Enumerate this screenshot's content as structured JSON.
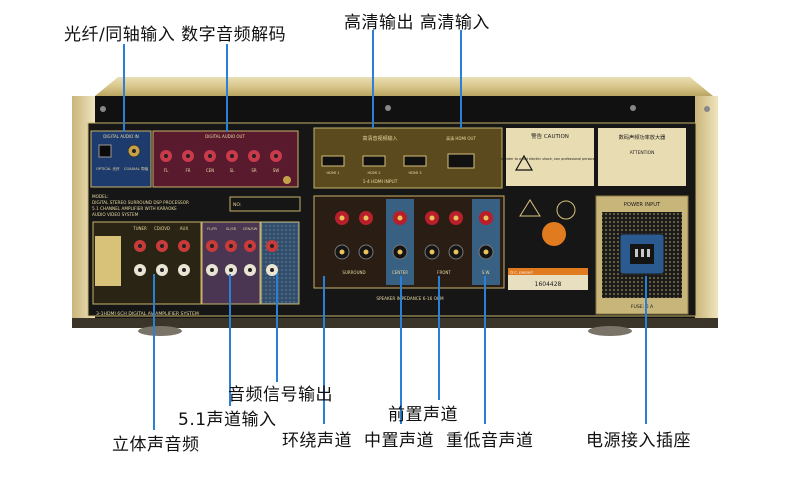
{
  "callouts": {
    "optical_coax": "光纤/同轴输入 数字音频解码",
    "hdmi_io": "高清输出 高清输入",
    "audio_out": "音频信号输出",
    "ch51_in": "5.1声道输入",
    "stereo": "立体声音频",
    "front": "前置声道",
    "surround": "环绕声道",
    "center": "中置声道",
    "subwoofer": "重低音声道",
    "power": "电源接入插座"
  },
  "panel": {
    "digital_audio_in": "DIGITAL AUDIO IN",
    "optical": "OPTICAL 光纤",
    "coaxial": "COAXIAL 同轴",
    "digital_audio_out": "DIGITAL AUDIO OUT",
    "out_labels": [
      "FL",
      "FR",
      "CEN",
      "SL",
      "SR",
      "SW"
    ],
    "hdmi_title": "高清音视频输入",
    "hdmi_ports": [
      "HDMI 1",
      "HDMI 2",
      "HDMI 3"
    ],
    "hdmi_input": "1-4 HDMI INPUT",
    "hdmi_out": "高清 HDMI OUT",
    "caution_title": "警告 CAUTION",
    "caution_text": "In order to avoid electric shock, non professional personnel do not open",
    "warn_title": "数码声频功率放大器",
    "attention": "ATTENTION",
    "model_label": "MODEL:",
    "model_lines": [
      "DIGITAL STEREO SURROUND DSP PROCESSOR",
      "5.1 CHANNEL AMPLIFIER WITH KARAOKE",
      "AUDIO VIDEO SYSTEM"
    ],
    "no_label": "NO:",
    "tuner_labels": [
      "TUNER",
      "CD/DVD",
      "AUX"
    ],
    "ch51_labels": [
      "FL/FR",
      "SL/SR",
      "CEN/SW"
    ],
    "bottom_title": "3-1HDMI 6CH DIGITAL AV AMPLIFIER SYSTEM",
    "speaker_labels": [
      "SURROUND",
      "CENTER",
      "FRONT",
      "S.W."
    ],
    "impedance": "SPEAKER IMPEDANCE 6-16 OHM",
    "qc": "Q.C. passed",
    "serial": "1604428",
    "power_input": "POWER INPUT",
    "fuse": "FUSE: 6 A"
  }
}
